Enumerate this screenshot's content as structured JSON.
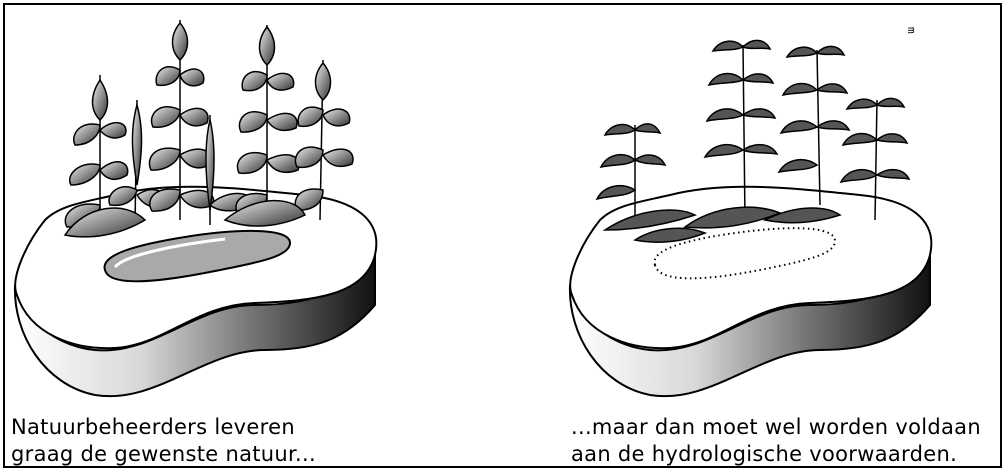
{
  "panels": [
    {
      "id": "left",
      "caption_line1": "Natuurbeheerders leveren",
      "caption_line2": "graag de gewenste natuur..."
    },
    {
      "id": "right",
      "caption_line1": "...maar dan moet wel worden voldaan",
      "caption_line2": "aan de hydrologische voorwaarden."
    }
  ],
  "corner_mark": "m",
  "colors": {
    "ink": "#000000",
    "paper": "#ffffff",
    "water": "#a9a9a9"
  }
}
